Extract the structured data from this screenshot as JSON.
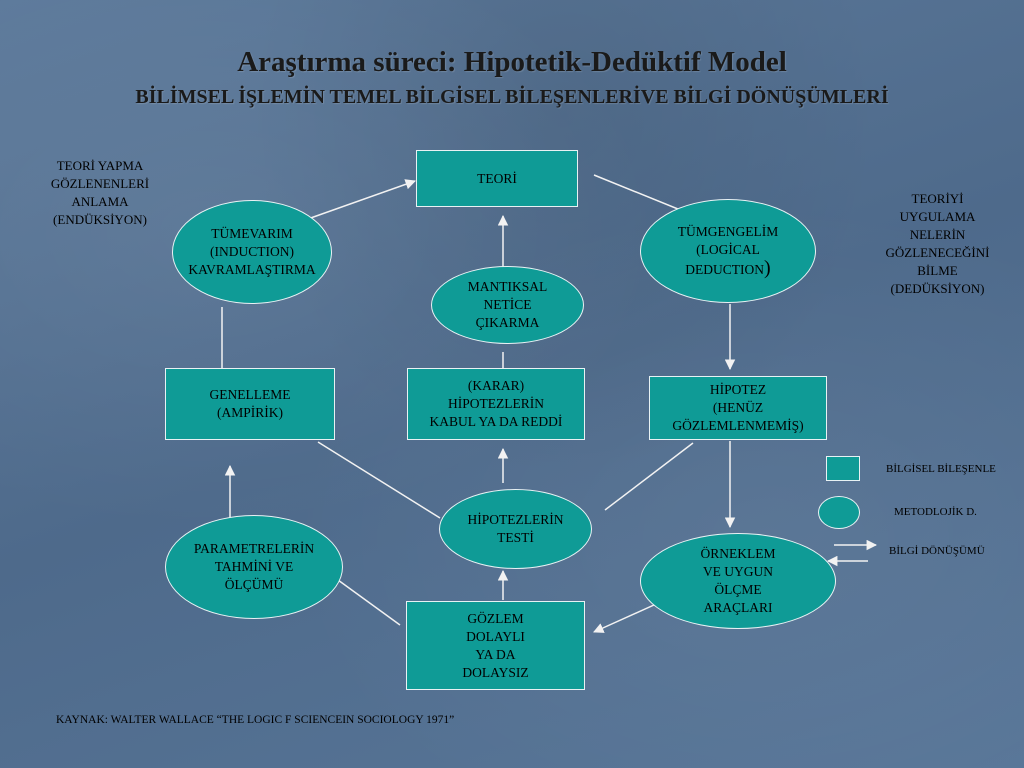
{
  "title": "Araştırma süreci: Hipotetik-Dedüktif Model",
  "subtitle": "BİLİMSEL İŞLEMİN TEMEL BİLGİSEL BİLEŞENLERİVE BİLGİ DÖNÜŞÜMLERİ",
  "notes": {
    "left": [
      "TEORİ YAPMA",
      "GÖZLENENLERİ",
      "ANLAMA",
      "(ENDÜKSİYON)"
    ],
    "right": [
      "TEORİYİ",
      "UYGULAMA",
      "NELERİN",
      "GÖZLENECEĞİNİ",
      "BİLME",
      "(DEDÜKSİYON)"
    ]
  },
  "nodes": {
    "teori": [
      "TEORİ"
    ],
    "tumevarim": [
      "TÜMEVARIM",
      "(INDUCTION)",
      "KAVRAMLAŞTIRMA"
    ],
    "tumgengelim": [
      "TÜMGENGELİM",
      "(LOGİCAL",
      "DEDUCTION"
    ],
    "tumgengelim_paren": ")",
    "mantiksal": [
      "MANTIKSAL",
      "NETİCE",
      "ÇIKARMA"
    ],
    "genelleme": [
      "GENELLEME",
      "(AMPİRİK)"
    ],
    "karar": [
      "(KARAR)",
      "HİPOTEZLERİN",
      "KABUL YA DA REDDİ"
    ],
    "hipotez": [
      "HİPOTEZ",
      "(HENÜZ",
      "GÖZLEMLENMEMİŞ)"
    ],
    "test": [
      "HİPOTEZLERİN",
      "TESTİ"
    ],
    "parametre": [
      "PARAMETRELERİN",
      "TAHMİNİ VE",
      "ÖLÇÜMÜ"
    ],
    "orneklem": [
      "ÖRNEKLEM",
      "VE UYGUN",
      "ÖLÇME",
      "ARAÇLARI"
    ],
    "gozlem": [
      "GÖZLEM",
      "DOLAYLI",
      "YA DA",
      "DOLAYSIZ"
    ]
  },
  "legend": {
    "rect_label": "BİLGİSEL BİLEŞENLE",
    "oval_label": "METODLOJİK  D.",
    "arrow_label": "BİLGİ DÖNÜŞÜMÜ"
  },
  "source": "KAYNAK: WALTER WALLACE “THE LOGIC F SCIENCEIN SOCIOLOGY 1971”",
  "colors": {
    "node_fill": "#0f9b96",
    "node_border": "#e8f2f4",
    "connector": "#f2f2f2"
  }
}
